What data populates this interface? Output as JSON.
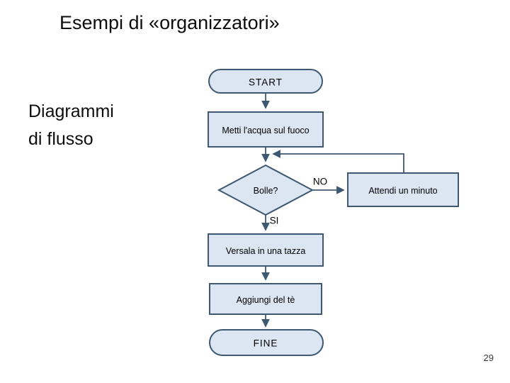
{
  "slide": {
    "title": "Esempi di «organizzatori»",
    "side_label_lines": [
      "Diagrammi",
      "di flusso"
    ],
    "page_number": "29"
  },
  "flowchart": {
    "type": "flowchart",
    "nodes": [
      {
        "id": "start",
        "shape": "terminator",
        "label": "START"
      },
      {
        "id": "step1",
        "shape": "process",
        "label": "Metti l'acqua sul fuoco"
      },
      {
        "id": "decision",
        "shape": "decision",
        "label": "Bolle?"
      },
      {
        "id": "wait",
        "shape": "process",
        "label": "Attendi un minuto"
      },
      {
        "id": "step2",
        "shape": "process",
        "label": "Versala in una tazza"
      },
      {
        "id": "step3",
        "shape": "process",
        "label": "Aggiungi del tè"
      },
      {
        "id": "end",
        "shape": "terminator",
        "label": "FINE"
      }
    ],
    "edge_labels": {
      "no": "NO",
      "yes": "SI"
    },
    "colors": {
      "node_fill": "#dbe6f2",
      "node_border": "#3e5871",
      "connector": "#3e5871",
      "text": "#000000"
    }
  }
}
